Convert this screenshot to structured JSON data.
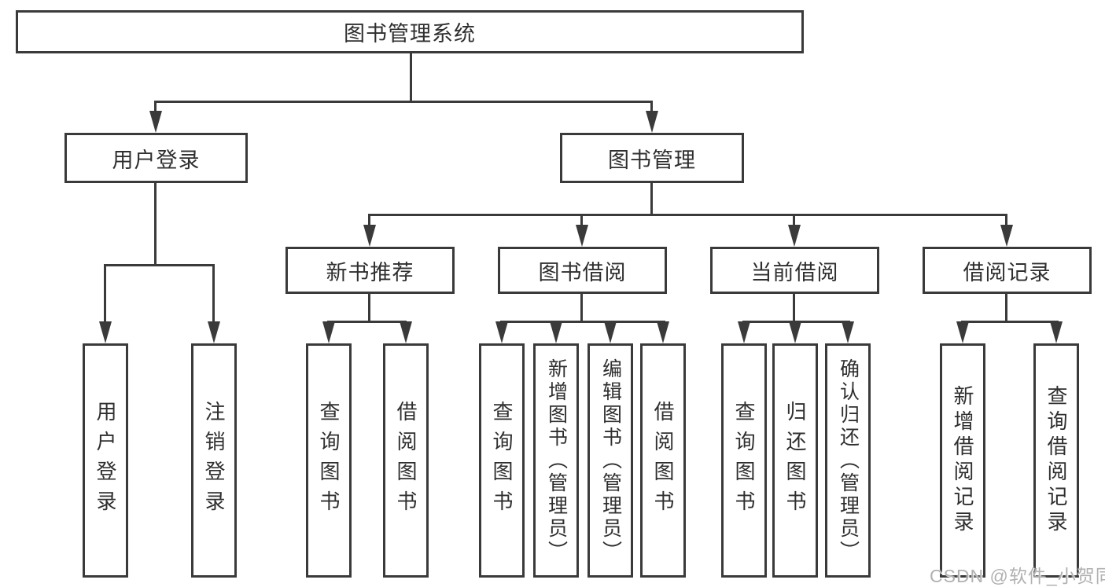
{
  "diagram": {
    "root": {
      "label": "图书管理系统"
    },
    "level2": [
      {
        "label": "用户登录"
      },
      {
        "label": "图书管理"
      }
    ],
    "level3": [
      {
        "label": "新书推荐"
      },
      {
        "label": "图书借阅"
      },
      {
        "label": "当前借阅"
      },
      {
        "label": "借阅记录"
      }
    ],
    "leaves": [
      {
        "label": "用户登录"
      },
      {
        "label": "注销登录"
      },
      {
        "label": "查询图书"
      },
      {
        "label": "借阅图书"
      },
      {
        "label": "查询图书"
      },
      {
        "label": "新增图书（管理员）"
      },
      {
        "label": "编辑图书（管理员）"
      },
      {
        "label": "借阅图书"
      },
      {
        "label": "查询图书"
      },
      {
        "label": "归还图书"
      },
      {
        "label": "确认归还（管理员）"
      },
      {
        "label": "新增借阅记录"
      },
      {
        "label": "查询借阅记录"
      }
    ]
  },
  "watermark": {
    "text": "CSDN @软件_小贺同学"
  },
  "colors": {
    "line": "#3a3a3a",
    "text": "#2f2f2f",
    "watermark": "#b2b1b1",
    "background": "#ffffff"
  }
}
